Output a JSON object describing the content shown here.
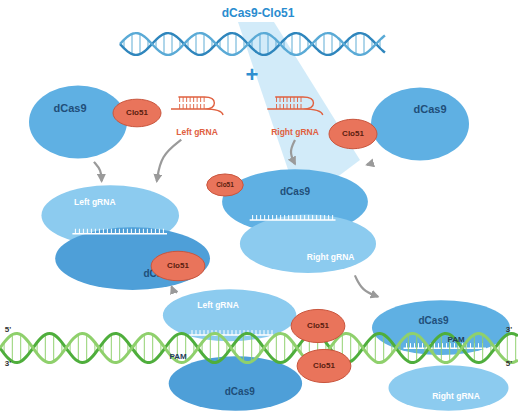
{
  "diagram": {
    "title": "dCas9-Clo51",
    "nodes": [
      {
        "text": [
          "dCas9"
        ]
      },
      {
        "text": [
          "Clo51"
        ]
      },
      {
        "text": [
          "Left gRNA"
        ]
      },
      {
        "text": [
          "Right gRNA"
        ]
      },
      {
        "text": [
          "dCas9"
        ]
      },
      {
        "text": [
          "Clo51"
        ]
      },
      {
        "text": [
          "Left gRNA",
          "dCas9"
        ]
      },
      {
        "text": [
          "Clo51"
        ]
      },
      {
        "text": [
          "Clo51"
        ]
      },
      {
        "text": [
          "dCas9",
          "Right gRNA"
        ]
      },
      {
        "text": [
          "Left gRNA",
          "dCas9"
        ]
      },
      {
        "text": [
          "Clo51"
        ]
      },
      {
        "text": [
          "Clo51"
        ]
      },
      {
        "text": [
          "dCas9",
          "Right gRNA"
        ]
      }
    ],
    "edges": [
      {
        "from": 0,
        "to": 6,
        "arrow": "to"
      },
      {
        "from": 2,
        "to": 6,
        "arrow": "to"
      },
      {
        "from": 6,
        "to": 10,
        "arrow": "to"
      },
      {
        "from": 3,
        "to": 9,
        "arrow": "to"
      },
      {
        "from": 4,
        "to": 9,
        "arrow": "to"
      },
      {
        "from": 9,
        "to": 13,
        "arrow": "to"
      }
    ],
    "labels": [
      "+",
      "5'",
      "3'",
      "PAM",
      "PAM",
      "3'",
      "5'"
    ]
  }
}
